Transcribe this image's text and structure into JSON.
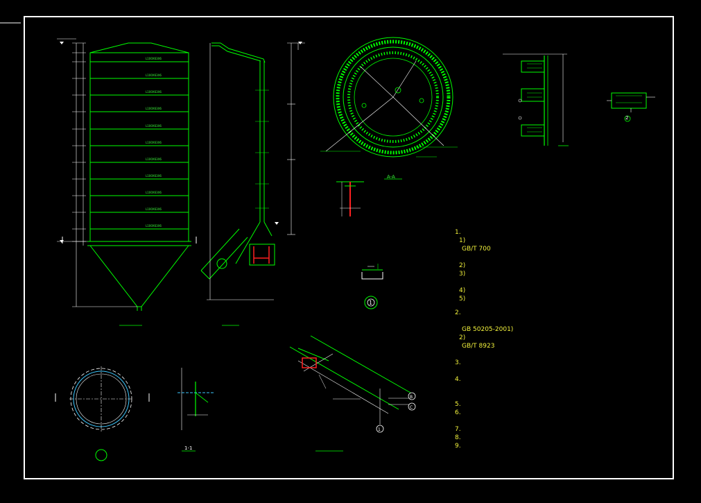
{
  "sheet": {
    "border_color": "#ffffff",
    "line_color": "#00ff00",
    "dim_color": "#ffffff",
    "red": "#ff2020",
    "yellow": "#f2f23c",
    "cyan": "#3cc8ff"
  },
  "notes": [
    {
      "text": "1.",
      "cls": ""
    },
    {
      "text": "1)",
      "cls": ""
    },
    {
      "text": "GB/T 700",
      "cls": ""
    },
    {
      "text": "2)",
      "cls": ""
    },
    {
      "text": "3)",
      "cls": ""
    },
    {
      "text": "4)",
      "cls": ""
    },
    {
      "text": "5)",
      "cls": ""
    },
    {
      "text": "2.",
      "cls": ""
    },
    {
      "text": "GB 50205-2001)",
      "cls": ""
    },
    {
      "text": "2)",
      "cls": ""
    },
    {
      "text": "GB/T 8923",
      "cls": ""
    },
    {
      "text": "3.",
      "cls": ""
    },
    {
      "text": "4.",
      "cls": ""
    },
    {
      "text": "5.",
      "cls": ""
    },
    {
      "text": "6.",
      "cls": ""
    },
    {
      "text": "7.",
      "cls": ""
    },
    {
      "text": "8.",
      "cls": ""
    },
    {
      "text": "9.",
      "cls": ""
    }
  ],
  "detail_labels": {
    "section_a": "A-A",
    "detail_1": "1",
    "detail_2": "2",
    "section_11": "1-1",
    "ref_1": "1",
    "ref_b": "B",
    "ref_c": "C"
  }
}
